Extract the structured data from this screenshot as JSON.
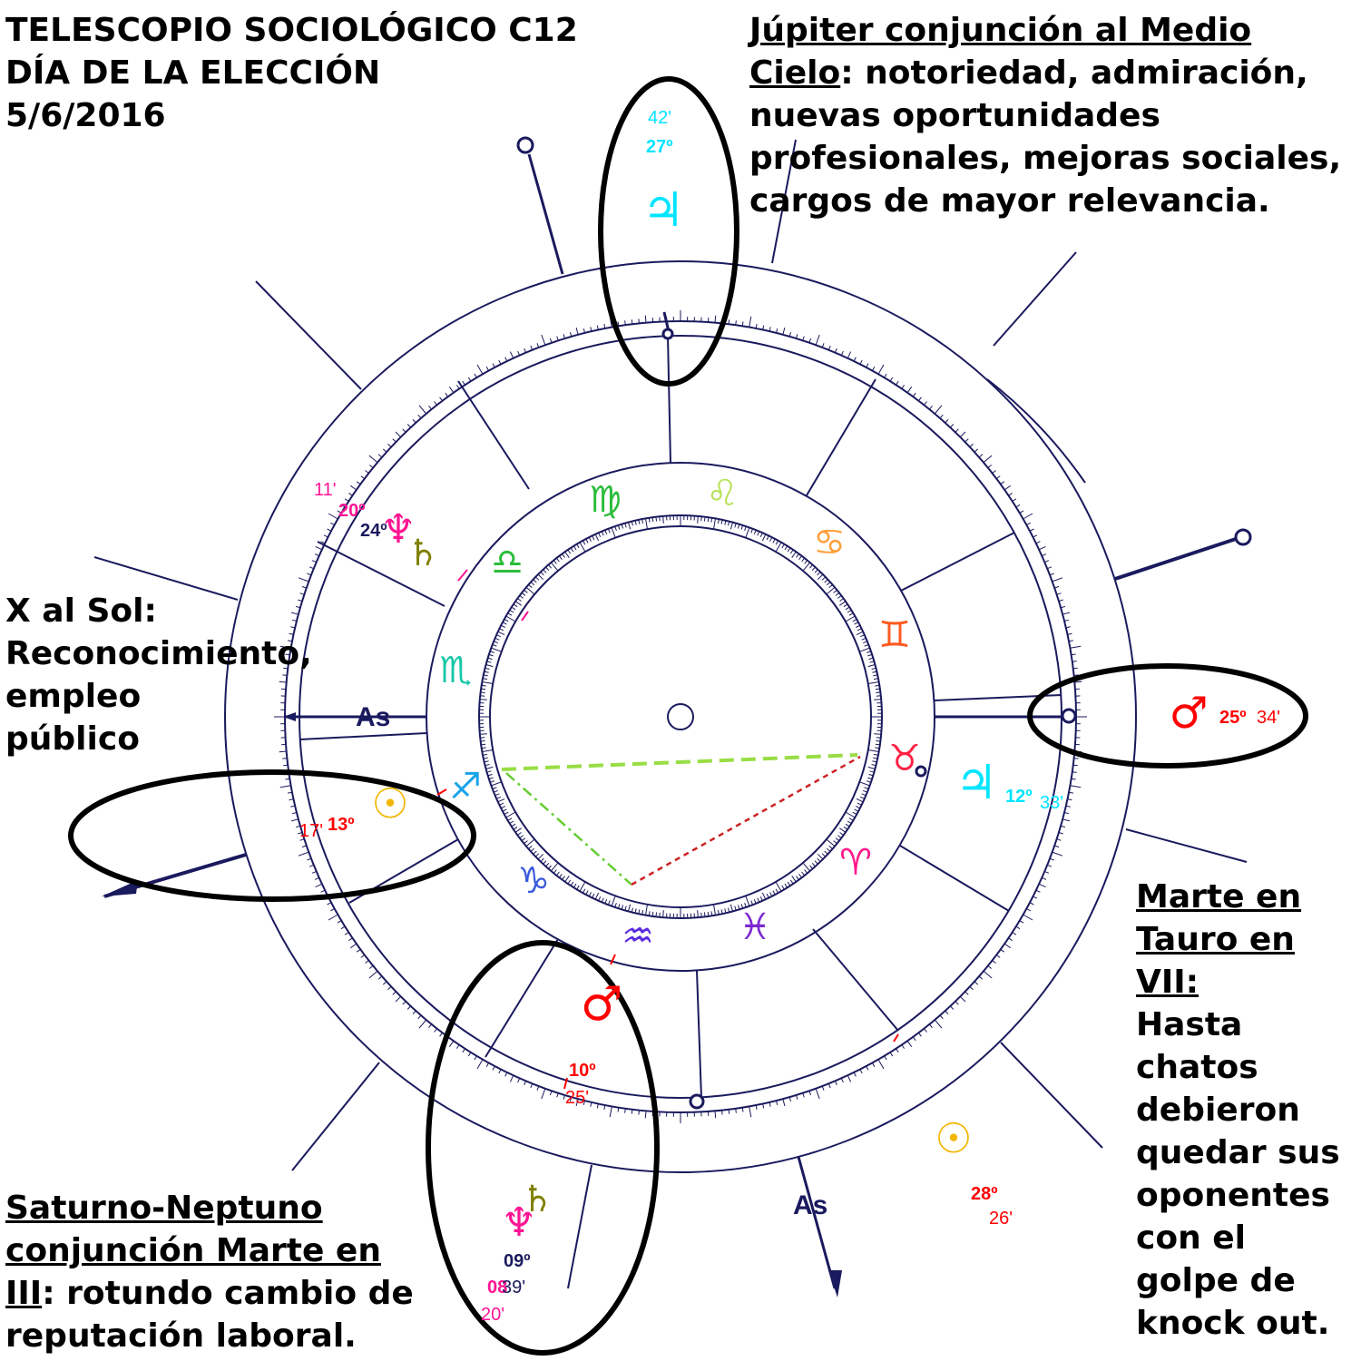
{
  "header": {
    "line1": "TELESCOPIO SOCIOLÓGICO C12",
    "line2": "DÍA DE LA ELECCIÓN",
    "line3": "5/6/2016"
  },
  "annotations": {
    "jupiter": {
      "title1": "Júpiter conjunción al Medio ",
      "title2": "Cielo",
      "rest1": ": notoriedad, admiración,",
      "line3": "nuevas oportunidades",
      "line4": "profesionales, mejoras sociales,",
      "line5": "cargos de mayor relevancia."
    },
    "x_sol": {
      "line1": "X al Sol:",
      "line2": "Reconocimiento,",
      "line3": "empleo",
      "line4": "público"
    },
    "marte": {
      "title1": "Marte en ",
      "title2": "Tauro en ",
      "title3": "VII:",
      "body": [
        "Hasta",
        "chatos",
        "debieron",
        "quedar sus",
        "oponentes",
        "con el",
        "golpe de",
        "knock out."
      ]
    },
    "saturno": {
      "title1": "Saturno-Neptuno",
      "title2": "conjunción Marte en ",
      "title3": "III",
      "rest3": ": rotundo cambio de",
      "line4": "reputación laboral."
    }
  },
  "chart_labels": {
    "as_inner": "As",
    "as_outer": "As",
    "jupiter_top_min": "42'",
    "jupiter_top_deg": "27º",
    "jupiter_top_glyph": "♃",
    "mars_right_deg": "25º",
    "mars_right_min": "34'",
    "mars_right_glyph": "♂",
    "jupiter_inner_glyph": "♃",
    "jupiter_inner_deg": "12º",
    "jupiter_inner_min": "33'",
    "nept_sat_min": "11'",
    "nept_sat_deg_a": "20º",
    "nept_sat_deg_b": "24º",
    "neptune_glyph": "♆",
    "saturn_glyph": "♄",
    "sun_left_glyph": "☉",
    "sun_left_min": "17'",
    "sun_left_deg": "13º",
    "mars_bottom_glyph": "♂",
    "mars_bottom_deg": "10º",
    "mars_bottom_min": "25'",
    "sun_outer_glyph": "☉",
    "sun_outer_deg": "28º",
    "sun_outer_min": "26'",
    "np_bottom_deg": "09º",
    "np_bottom_deg2": "08",
    "np_bottom_min": "39'",
    "np_bottom_min2": "20'",
    "signs": [
      "♍",
      "♌",
      "♋",
      "♊",
      "♉",
      "♈",
      "♓",
      "♒",
      "♑",
      "♐",
      "♏",
      "♎"
    ]
  },
  "colors": {
    "jupiter": "#00e5ff",
    "mars": "#ff0000",
    "sun": "#f2b600",
    "neptune": "#ff1493",
    "saturn": "#808000",
    "lines": "#1a1a5e",
    "green_aspect": "#66cc33",
    "red_aspect": "#cc2222"
  }
}
